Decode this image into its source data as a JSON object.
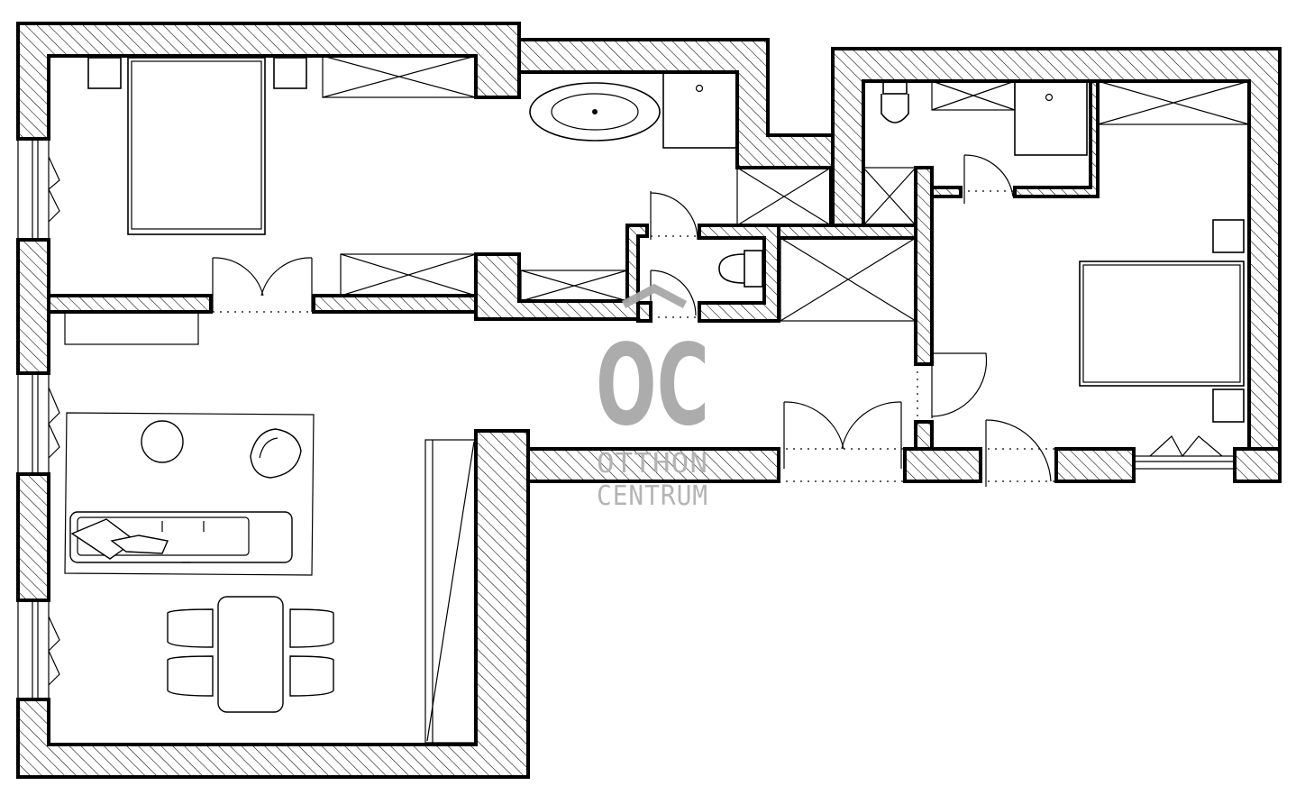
{
  "watermark": {
    "logo": "OC",
    "line1": "OTTHON",
    "line2": "CENTRUM",
    "color": "#a8a8a8"
  }
}
